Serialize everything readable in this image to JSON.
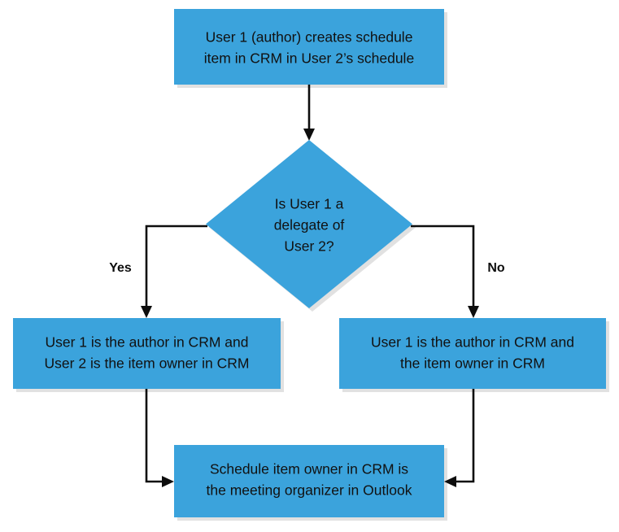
{
  "diagram": {
    "type": "flowchart",
    "background_color": "#ffffff",
    "node_fill_color": "#3BA3DC",
    "node_text_color": "#111111",
    "edge_color": "#0d0d0d",
    "nodes": [
      {
        "id": "start",
        "shape": "rectangle",
        "lines": [
          "User 1 (author) creates schedule",
          "item in CRM in User 2’s schedule"
        ],
        "line1": "User 1 (author) creates schedule",
        "line2": "item in CRM in User 2’s schedule"
      },
      {
        "id": "decision",
        "shape": "diamond",
        "lines": [
          "Is User 1 a",
          "delegate of",
          "User 2?"
        ],
        "line1": "Is User 1 a",
        "line2": "delegate of",
        "line3": "User 2?"
      },
      {
        "id": "yes-outcome",
        "shape": "rectangle",
        "lines": [
          "User 1 is the author in CRM and",
          "User 2 is the item owner in CRM"
        ],
        "line1": "User 1 is the author in CRM and",
        "line2": "User 2 is the item owner in CRM"
      },
      {
        "id": "no-outcome",
        "shape": "rectangle",
        "lines": [
          "User 1 is the author in CRM and",
          "the item owner in CRM"
        ],
        "line1": "User 1 is the author in CRM and",
        "line2": "the item owner in CRM"
      },
      {
        "id": "end",
        "shape": "rectangle",
        "lines": [
          "Schedule item owner in CRM is",
          "the meeting organizer in Outlook"
        ],
        "line1": "Schedule item owner in CRM is",
        "line2": "the meeting organizer in Outlook"
      }
    ],
    "edges": [
      {
        "id": "start-to-decision",
        "from": "start",
        "to": "decision",
        "label": ""
      },
      {
        "id": "decision-to-yes",
        "from": "decision",
        "to": "yes-outcome",
        "label": "Yes"
      },
      {
        "id": "decision-to-no",
        "from": "decision",
        "to": "no-outcome",
        "label": "No"
      },
      {
        "id": "yes-to-end",
        "from": "yes-outcome",
        "to": "end",
        "label": ""
      },
      {
        "id": "no-to-end",
        "from": "no-outcome",
        "to": "end",
        "label": ""
      }
    ],
    "edge_labels": {
      "yes": "Yes",
      "no": "No"
    }
  }
}
